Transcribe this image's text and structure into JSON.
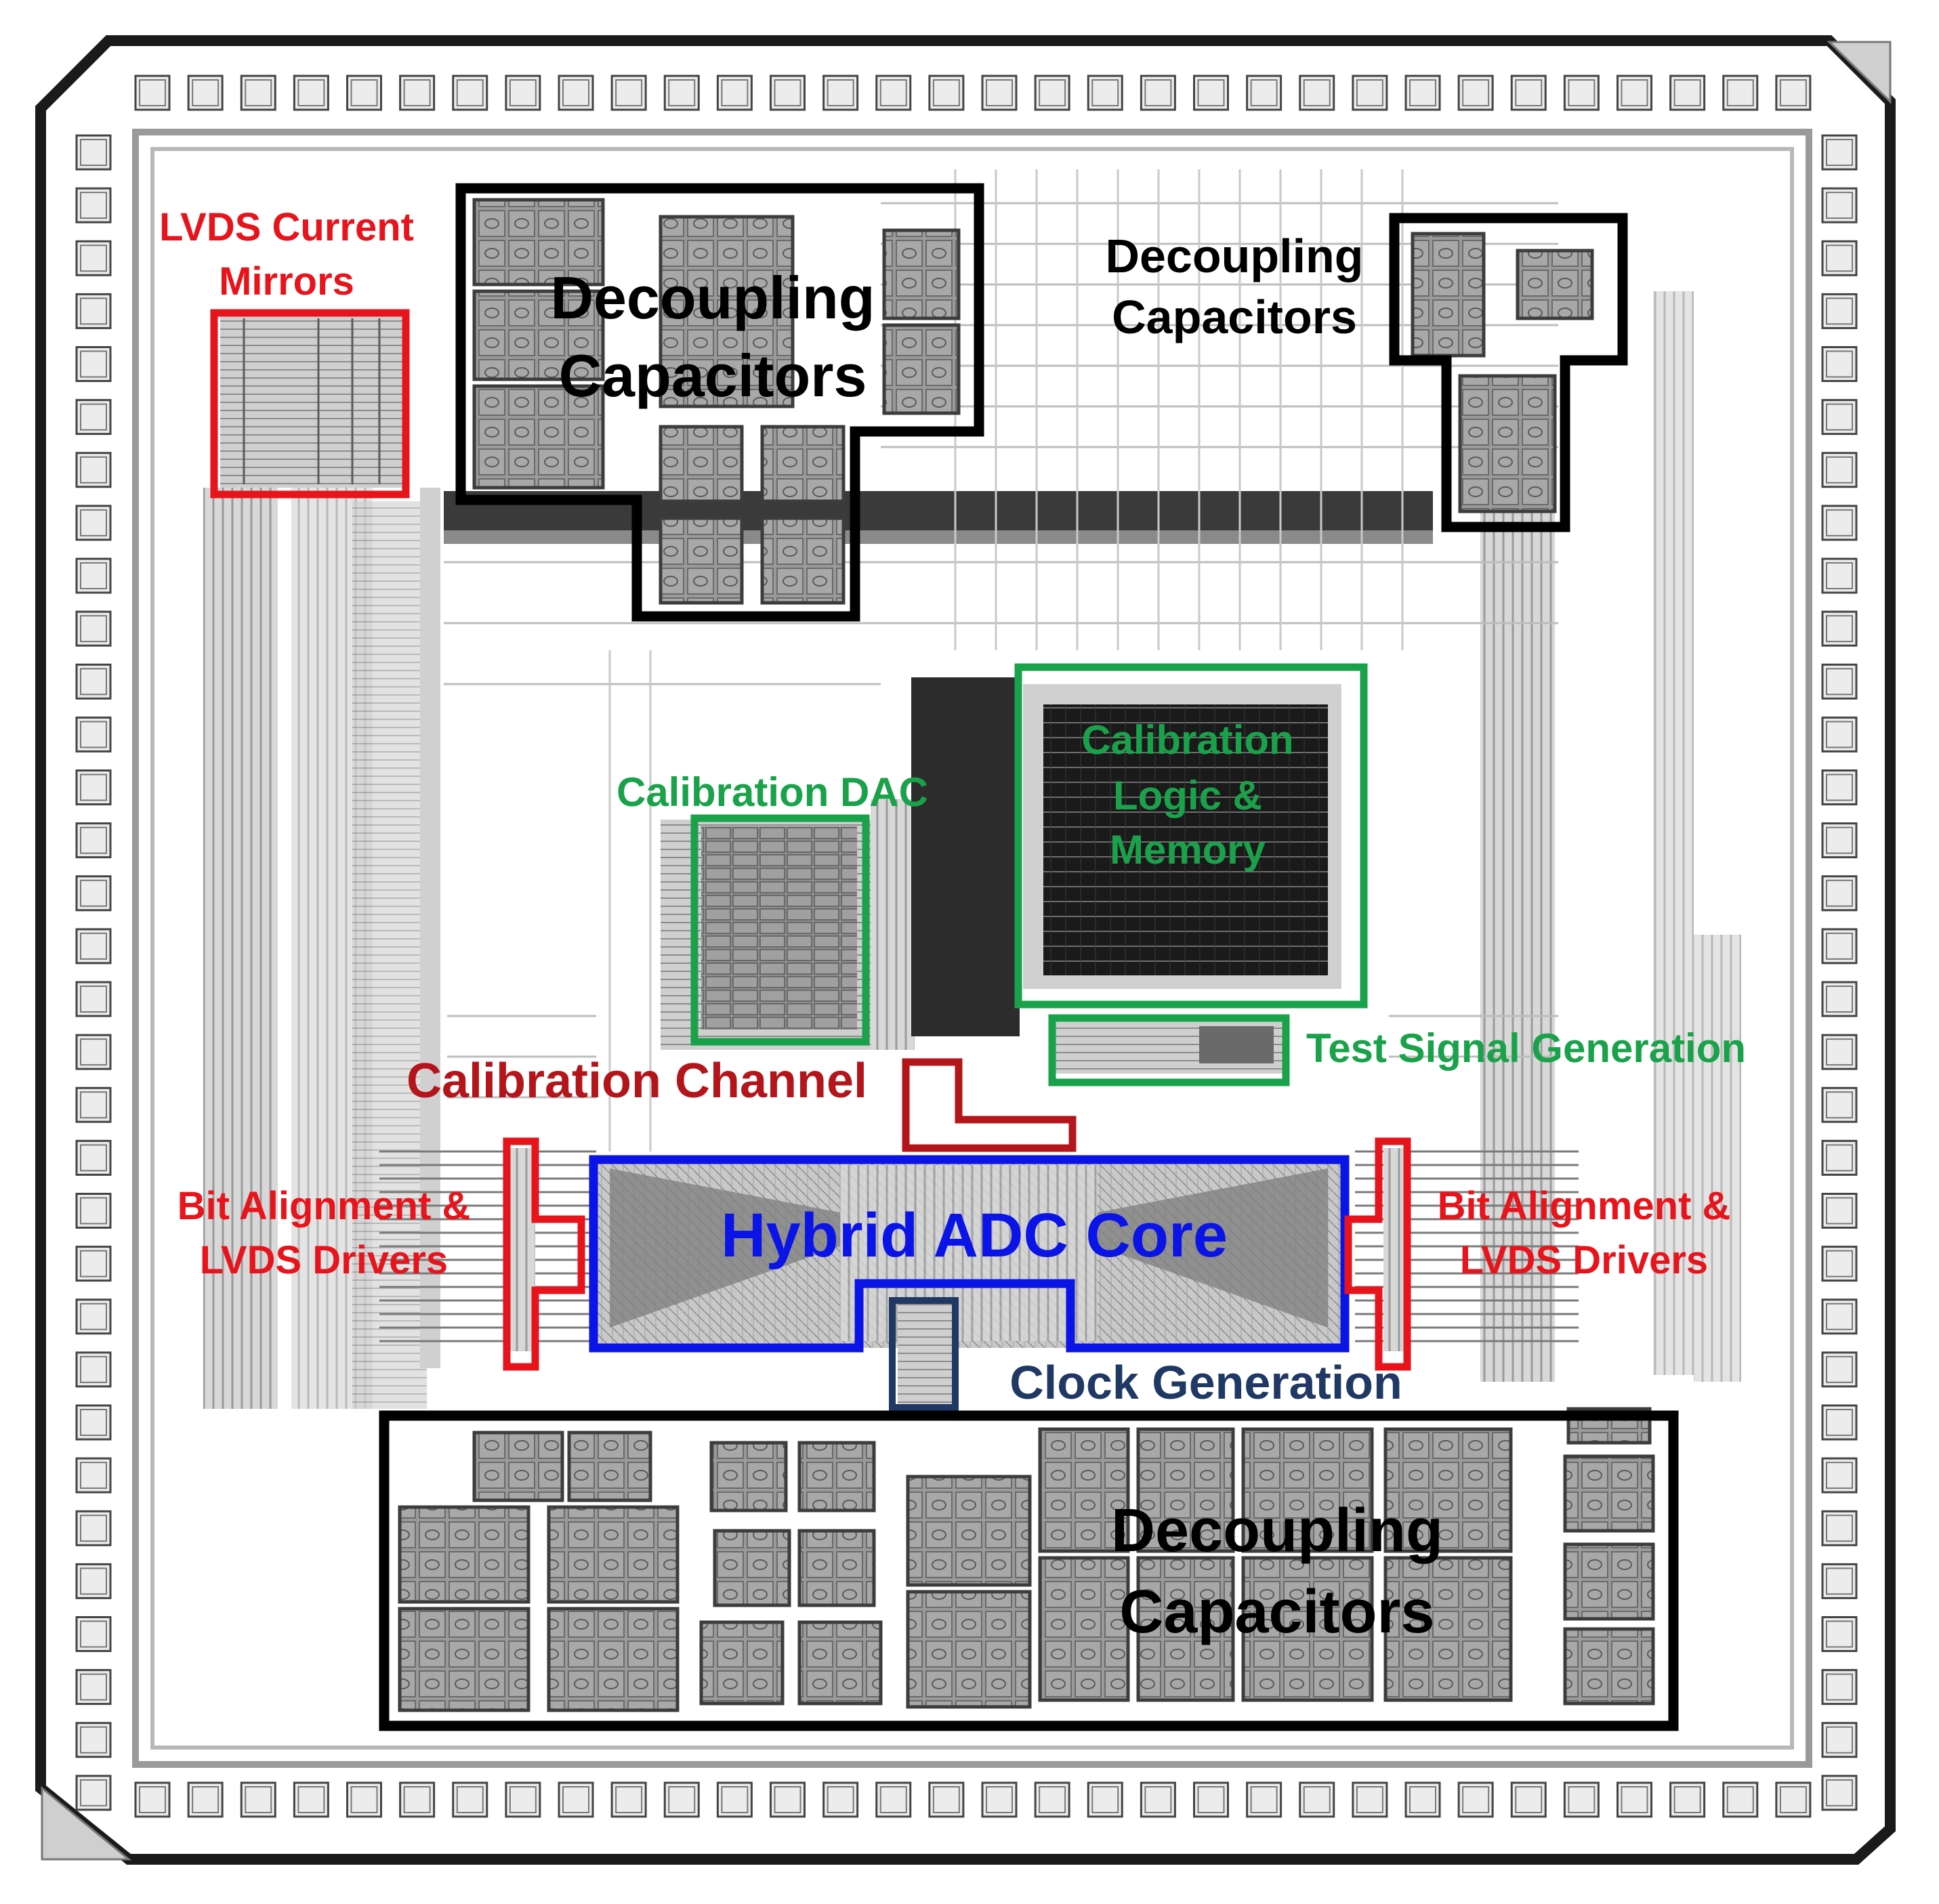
{
  "labels": {
    "lvds_current_mirrors_1": "LVDS Current",
    "lvds_current_mirrors_2": "Mirrors",
    "decap_top_left_1": "Decoupling",
    "decap_top_left_2": "Capacitors",
    "decap_top_right_1": "Decoupling",
    "decap_top_right_2": "Capacitors",
    "calibration_dac": "Calibration DAC",
    "cal_logic_1": "Calibration",
    "cal_logic_2": "Logic &",
    "cal_logic_3": "Memory",
    "test_signal": "Test Signal Generation",
    "calibration_channel": "Calibration Channel",
    "bit_align_left_1": "Bit Alignment &",
    "bit_align_left_2": "LVDS Drivers",
    "bit_align_right_1": "Bit Alignment &",
    "bit_align_right_2": "LVDS Drivers",
    "hybrid_adc_core": "Hybrid ADC Core",
    "clock_generation": "Clock Generation",
    "decap_bottom_1": "Decoupling",
    "decap_bottom_2": "Capacitors"
  },
  "colors": {
    "black": "#000000",
    "red": "#e8141c",
    "dark_red": "#b3151b",
    "green": "#1aa24a",
    "blue": "#0a14e6",
    "navy": "#1f3864",
    "die_gray": "#8a8a8a",
    "pad_gray": "#bdbdbd"
  }
}
